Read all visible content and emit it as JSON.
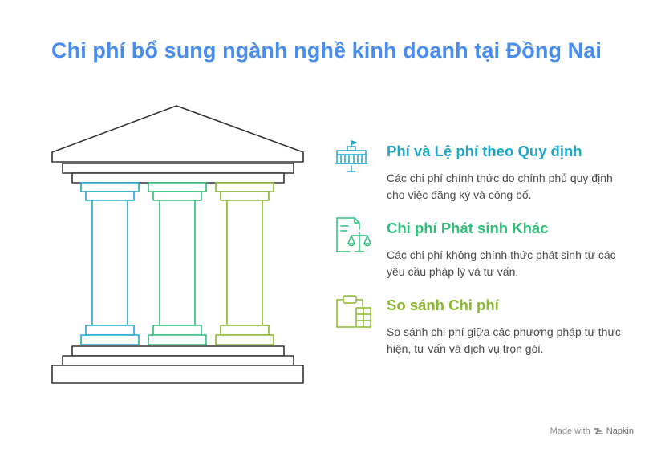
{
  "title": "Chi phí bổ sung ngành nghề kinh doanh tại Đồng Nai",
  "colors": {
    "title": "#4a8df0",
    "blue": "#1fa8cc",
    "green": "#2fbf7a",
    "olive": "#8ab82e",
    "outline": "#333333"
  },
  "items": [
    {
      "heading": "Phí và Lệ phí theo Quy định",
      "description": "Các chi phí chính thức do chính phủ quy định cho việc đăng ký và công bố.",
      "icon": "government-building-icon",
      "color": "#1fa8cc"
    },
    {
      "heading": "Chi phí Phát sinh Khác",
      "description": "Các chi phí không chính thức phát sinh từ các yêu cầu pháp lý và tư vấn.",
      "icon": "legal-document-scale-icon",
      "color": "#2fbf7a"
    },
    {
      "heading": "So sánh Chi phí",
      "description": "So sánh chi phí giữa các phương pháp tự thực hiện, tư vấn và dịch vụ trọn gói.",
      "icon": "clipboard-compare-icon",
      "color": "#8ab82e"
    }
  ],
  "watermark": {
    "prefix": "Made with",
    "brand": "Napkin"
  }
}
